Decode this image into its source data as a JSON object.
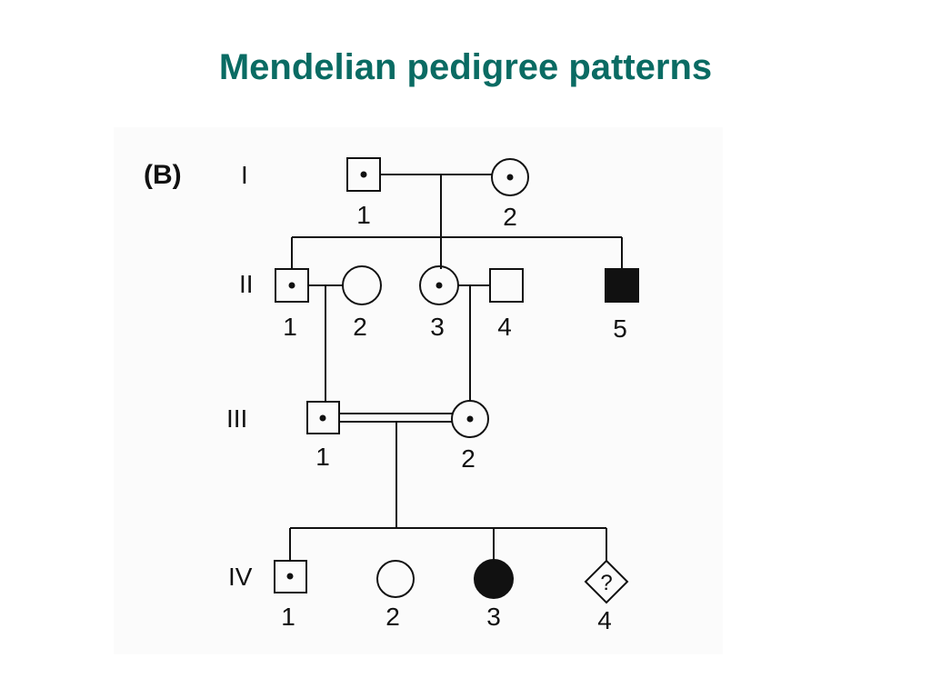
{
  "title": "Mendelian pedigree patterns",
  "figure": {
    "panel_label": "(B)",
    "colors": {
      "title": "#0a6b63",
      "ink": "#111111",
      "background": "#ffffff"
    },
    "generations": [
      {
        "label": "I",
        "individuals": [
          {
            "id": "I-1",
            "number": "1",
            "shape": "square",
            "status": "carrier"
          },
          {
            "id": "I-2",
            "number": "2",
            "shape": "circle",
            "status": "carrier"
          }
        ]
      },
      {
        "label": "II",
        "individuals": [
          {
            "id": "II-1",
            "number": "1",
            "shape": "square",
            "status": "carrier"
          },
          {
            "id": "II-2",
            "number": "2",
            "shape": "circle",
            "status": "unaffected"
          },
          {
            "id": "II-3",
            "number": "3",
            "shape": "circle",
            "status": "carrier"
          },
          {
            "id": "II-4",
            "number": "4",
            "shape": "square",
            "status": "unaffected"
          },
          {
            "id": "II-5",
            "number": "5",
            "shape": "square",
            "status": "affected"
          }
        ]
      },
      {
        "label": "III",
        "individuals": [
          {
            "id": "III-1",
            "number": "1",
            "shape": "square",
            "status": "carrier"
          },
          {
            "id": "III-2",
            "number": "2",
            "shape": "circle",
            "status": "carrier"
          }
        ]
      },
      {
        "label": "IV",
        "individuals": [
          {
            "id": "IV-1",
            "number": "1",
            "shape": "square",
            "status": "carrier"
          },
          {
            "id": "IV-2",
            "number": "2",
            "shape": "circle",
            "status": "unaffected"
          },
          {
            "id": "IV-3",
            "number": "3",
            "shape": "circle",
            "status": "affected"
          },
          {
            "id": "IV-4",
            "number": "4",
            "shape": "diamond",
            "status": "unknown",
            "symbol_text": "?"
          }
        ]
      }
    ],
    "unions": [
      {
        "partners": [
          "I-1",
          "I-2"
        ],
        "consanguineous": false
      },
      {
        "partners": [
          "II-1",
          "II-2"
        ],
        "consanguineous": false
      },
      {
        "partners": [
          "II-3",
          "II-4"
        ],
        "consanguineous": false
      },
      {
        "partners": [
          "III-1",
          "III-2"
        ],
        "consanguineous": true
      }
    ]
  }
}
